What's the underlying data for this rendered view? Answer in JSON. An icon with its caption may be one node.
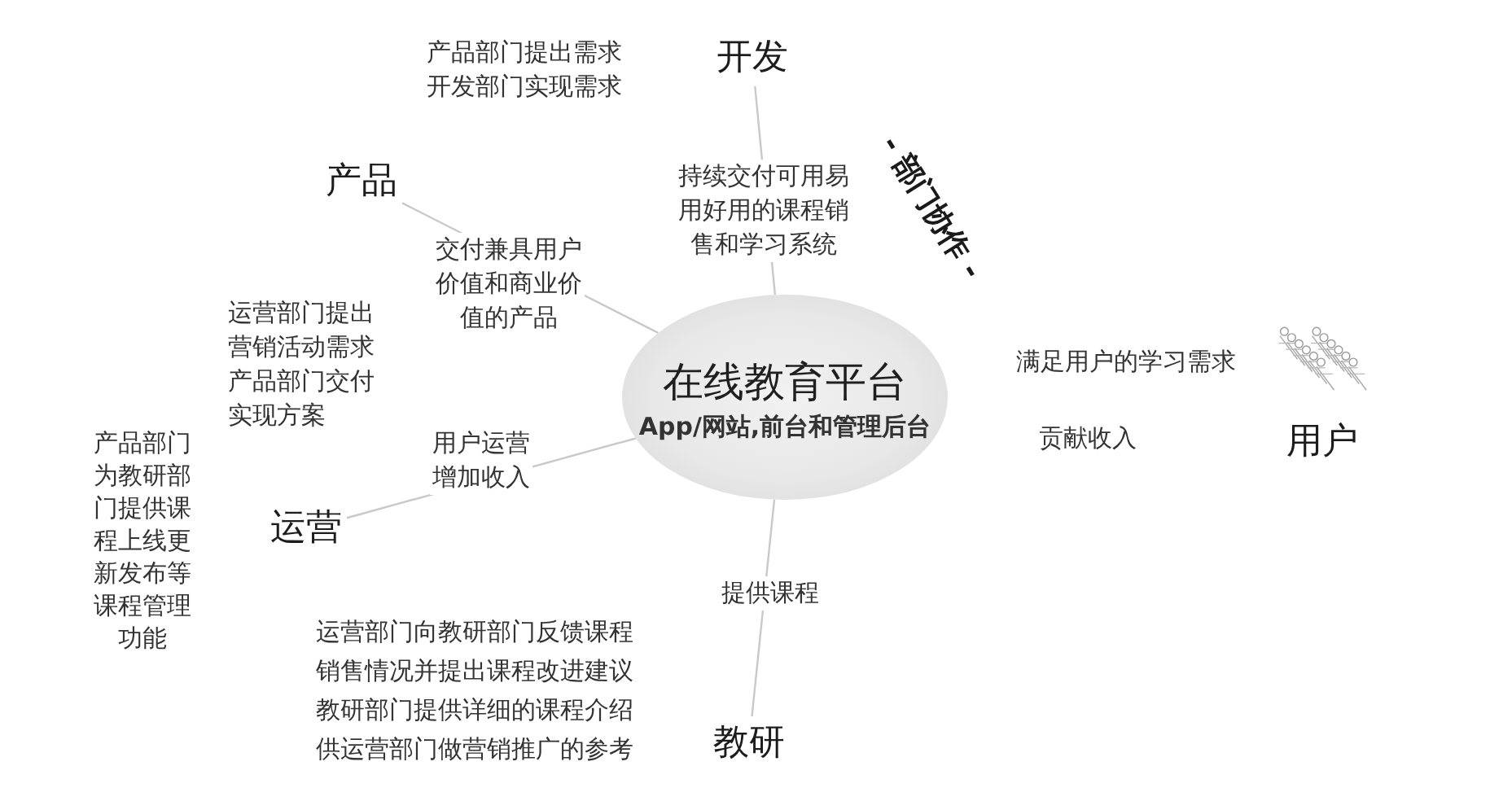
{
  "diagram": {
    "nodes": [
      {
        "text": [
          "在线教育平台",
          "App/网站,前台和管理后台"
        ]
      },
      {
        "text": [
          "开发"
        ]
      },
      {
        "text": [
          "产品"
        ]
      },
      {
        "text": [
          "运营"
        ]
      },
      {
        "text": [
          "教研"
        ]
      },
      {
        "text": [
          "用户"
        ]
      }
    ],
    "edges": [
      {
        "from": 0,
        "to": 1,
        "arrow": "none",
        "label": "持续交付可用易用好用的课程销售和学习系统"
      },
      {
        "from": 0,
        "to": 2,
        "arrow": "none",
        "label": "交付兼具用户价值和商业价值的产品"
      },
      {
        "from": 0,
        "to": 3,
        "arrow": "none",
        "label": "用户运营增加收入"
      },
      {
        "from": 0,
        "to": 4,
        "arrow": "none",
        "label": "提供课程"
      }
    ],
    "labels": [
      "产品部门提出需求开发部门实现需求",
      "- 部门协作 -",
      "运营部门提出营销活动需求产品部门交付实现方案",
      "满足用户的学习需求",
      "产品部门为教研部门提供课程上线更新发布等课程管理功能",
      "贡献收入",
      "运营部门向教研部门反馈课程销售情况并提出课程改进建议教研部门提供详细的课程介绍供运营部门做营销推广的参考"
    ]
  }
}
